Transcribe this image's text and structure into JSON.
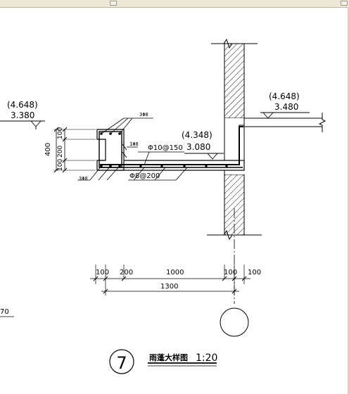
{
  "elevations": {
    "left_paren": "(4.648)",
    "left_value": "3.380",
    "right_paren": "(4.648)",
    "right_value": "3.480",
    "mid_paren": "(4.348)",
    "mid_value": "3.080"
  },
  "rebar": {
    "top_label": "3Φ8",
    "bottom_label": "3Φ8",
    "small_label": "1Φ8",
    "top_bar": "Φ10@150",
    "bottom_bar": "Φ8@200"
  },
  "vertical_dims": {
    "total": "400",
    "top": "100",
    "middle": "200",
    "bottom": "100"
  },
  "horizontal_dims": {
    "d1": "100",
    "d2": "200",
    "d3": "1000",
    "d4": "100",
    "d5": "100",
    "total": "1300"
  },
  "edge_fragment": "70",
  "title": {
    "number": "7",
    "name": "雨蓬大样图",
    "scale": "1:20"
  }
}
